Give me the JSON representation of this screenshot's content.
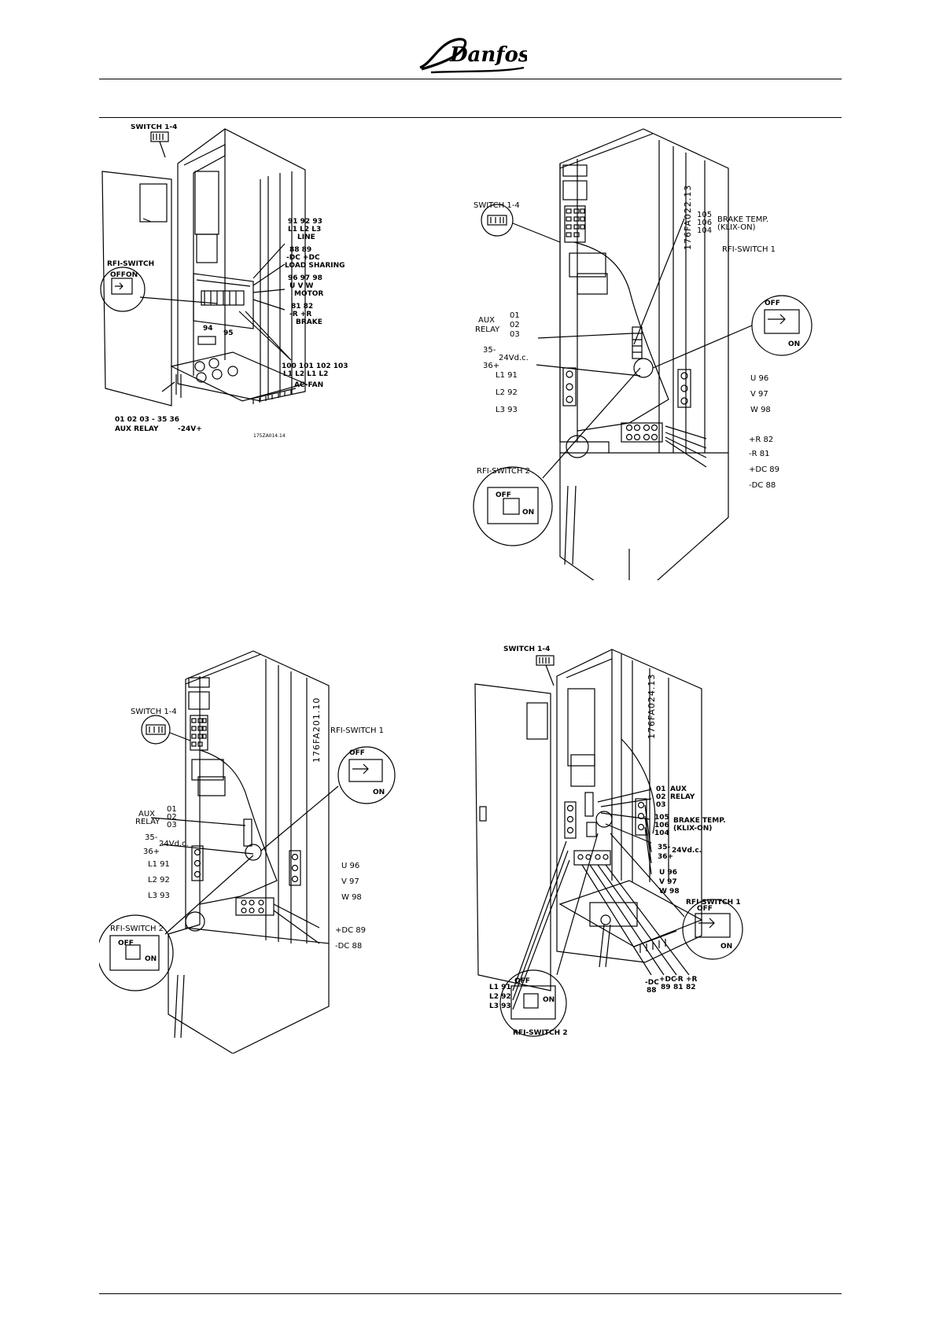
{
  "brand": {
    "logo_text": "Danfoss"
  },
  "figures": {
    "fig1": {
      "switch": "SWITCH 1-4",
      "rfi": "RFI-SWITCH",
      "off": "OFF",
      "on": "ON",
      "line_nums": "91 92 93",
      "line_phases": "L1 L2 L3",
      "line": "LINE",
      "ls_nums": "88  89",
      "ls_pol": "-DC +DC",
      "ls": "LOAD SHARING",
      "motor_nums": "96 97 98",
      "motor_phases": "U   V   W",
      "motor": "MOTOR",
      "brake_nums": "81  82",
      "brake_pol": "-R  +R",
      "brake": "BRAKE",
      "t94": "94",
      "t95": "95",
      "fan_nums": "100 101 102 103",
      "fan_phases": "L1  L2  L1  L2",
      "fan": "AC-FAN",
      "aux_nums": "01 02 03 - 35 36",
      "aux": "AUX RELAY",
      "v24": "-24V+",
      "code": "175ZA014.14"
    },
    "fig2": {
      "code": "176FA022.13",
      "switch": "SWITCH 1-4",
      "bt_105": "105",
      "bt_106": "106",
      "bt_104": "104",
      "brake_temp": "BRAKE TEMP.",
      "klix": "(KLIX-ON)",
      "rfi1": "RFI-SWITCH 1",
      "off": "OFF",
      "on": "ON",
      "aux": "AUX",
      "relay": "RELAY",
      "r01": "01",
      "r02": "02",
      "r03": "03",
      "v35": "35-",
      "v24": "24Vd.c.",
      "v36": "36+",
      "l1": "L1  91",
      "l2": "L2  92",
      "l3": "L3  93",
      "u": "U  96",
      "v": "V  97",
      "w": "W  98",
      "rp": "+R  82",
      "rm": "-R  81",
      "dcp": "+DC  89",
      "dcm": "-DC  88",
      "rfi2": "RFI-SWITCH 2",
      "off2": "OFF",
      "on2": "ON"
    },
    "fig3": {
      "code": "176FA201.10",
      "switch": "SWITCH 1-4",
      "rfi1": "RFI-SWITCH 1",
      "off": "OFF",
      "on": "ON",
      "aux": "AUX",
      "relay": "RELAY",
      "r01": "01",
      "r02": "02",
      "r03": "03",
      "v35": "35-",
      "v24": "24Vd.c.",
      "v36": "36+",
      "l1": "L1  91",
      "l2": "L2  92",
      "l3": "L3  93",
      "u": "U  96",
      "v": "V  97",
      "w": "W  98",
      "dcp": "+DC  89",
      "dcm": "-DC  88",
      "rfi2": "RFI-SWITCH 2",
      "off2": "OFF",
      "on2": "ON"
    },
    "fig4": {
      "switch": "SWITCH 1-4",
      "code": "176FA024.13",
      "r01": "01",
      "r02": "02",
      "r03": "03",
      "aux": "AUX",
      "relay": "RELAY",
      "bt_105": "105",
      "bt_106": "106",
      "bt_104": "104",
      "brake_temp": "BRAKE TEMP.",
      "klix": "(KLIX-ON)",
      "v35": "35-",
      "v24": "24Vd.c.",
      "v36": "36+",
      "u": "U  96",
      "v": "V  97",
      "w": "W  98",
      "rfi1": "RFI-SWITCH 1",
      "off": "OFF",
      "on": "ON",
      "l1": "L1  91",
      "l2": "L2  92",
      "l3": "L3  93",
      "dcm": "-DC",
      "dcm_n": "88",
      "dcp": "+DC",
      "dcp_n": "89",
      "rm": "-R",
      "rm_n": "81",
      "rp": "+R",
      "rp_n": "82",
      "rfi2": "RFI-SWITCH 2",
      "off2": "OFF",
      "on2": "ON"
    }
  }
}
